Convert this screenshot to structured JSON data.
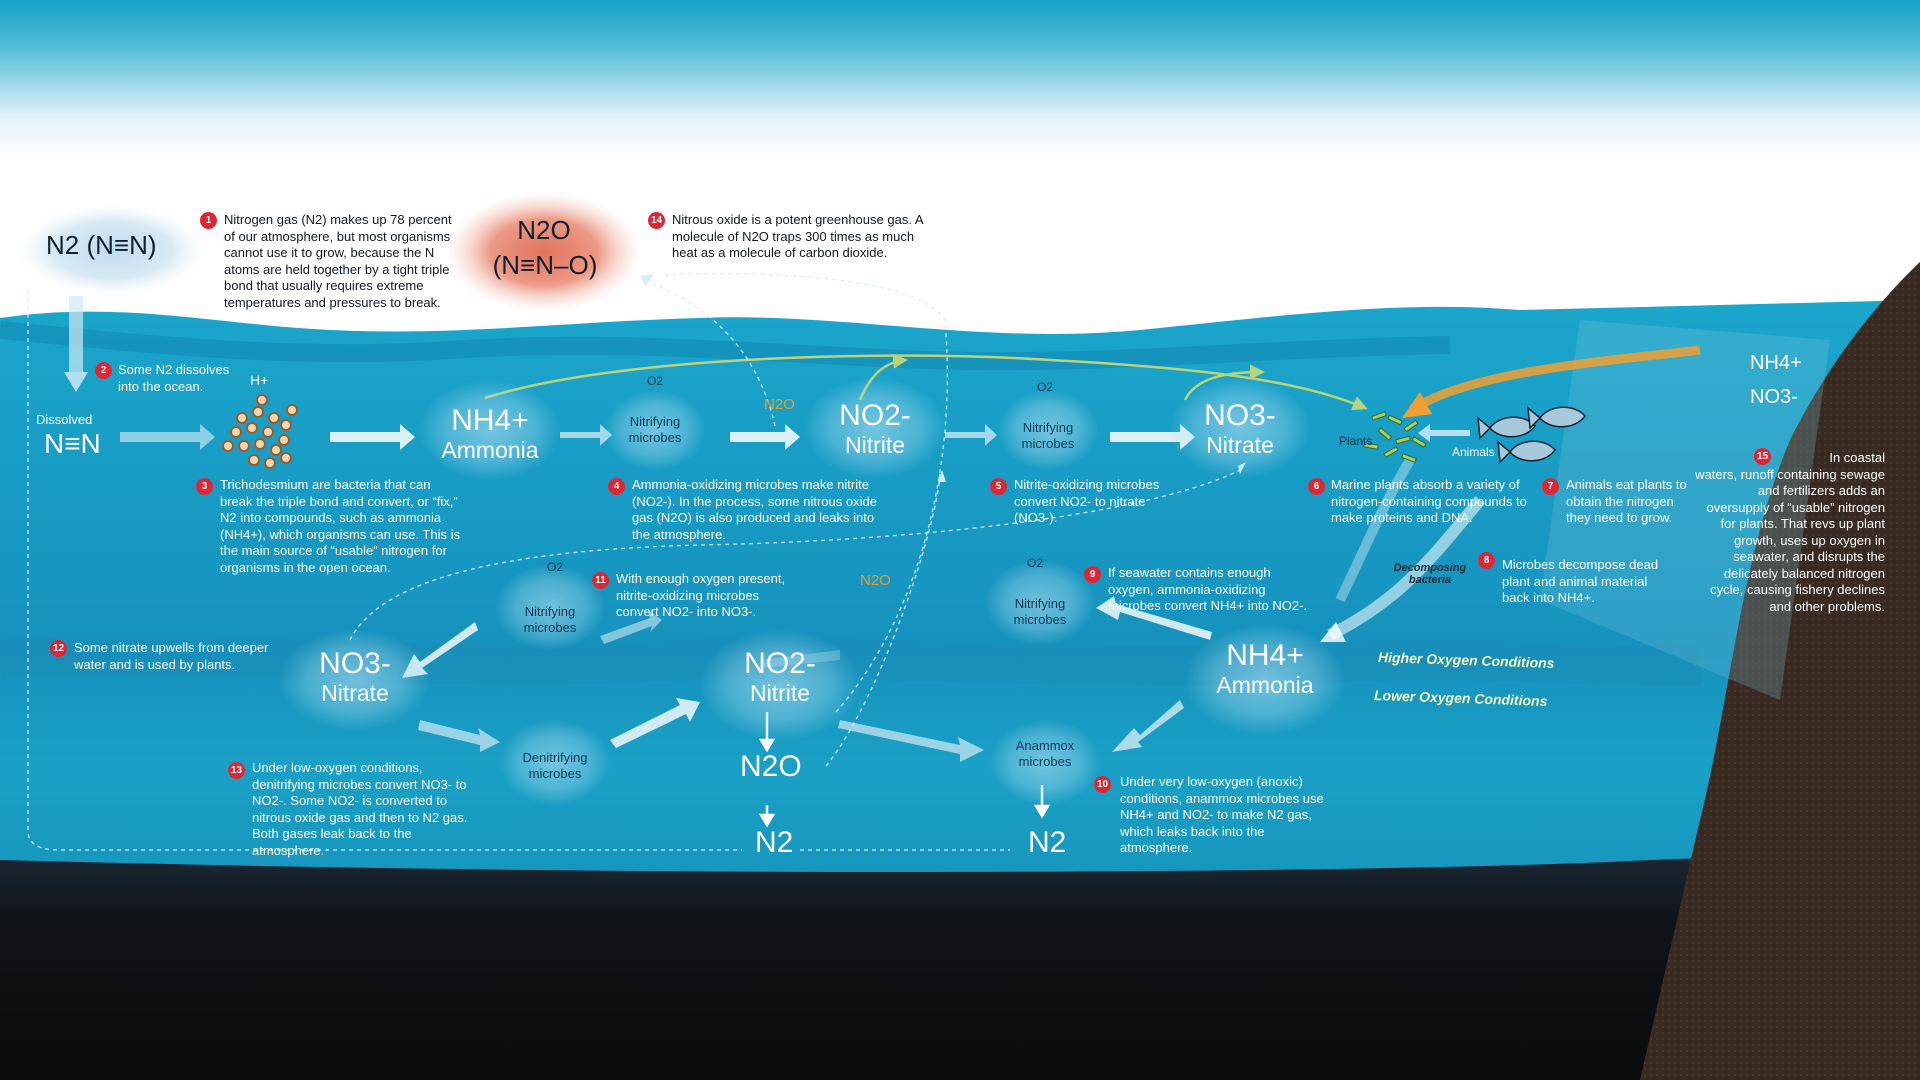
{
  "atmosphere": {
    "n2_formula": "N2 (N≡N)",
    "n2o_formula": "N2O",
    "n2o_structure": "(N≡N–O)"
  },
  "notes": [
    {
      "num": "1",
      "text": "Nitrogen gas (N2) makes up 78 percent of our atmosphere, but most organisms cannot use it to grow, because the N atoms are held together by a tight triple bond that usually requires extreme temperatures and pressures to break."
    },
    {
      "num": "2",
      "text": "Some N2 dissolves into the ocean."
    },
    {
      "num": "3",
      "text": "Trichodesmium are bacteria that can break the triple bond and convert, or “fix,” N2 into compounds, such as ammonia (NH4+), which organisms can use. This is the main source of “usable” nitrogen for organisms in the open ocean."
    },
    {
      "num": "4",
      "text": "Ammonia-oxidizing microbes make nitrite (NO2-). In the process, some nitrous oxide gas (N2O) is also produced and leaks into the atmosphere."
    },
    {
      "num": "5",
      "text": "Nitrite-oxidizing microbes convert NO2- to nitrate (NO3-)."
    },
    {
      "num": "6",
      "text": "Marine plants absorb a variety of nitrogen-containing compounds to make proteins and DNA."
    },
    {
      "num": "7",
      "text": "Animals eat plants to obtain the nitrogen they need to grow."
    },
    {
      "num": "8",
      "text": "Microbes decompose dead plant and animal material back into NH4+."
    },
    {
      "num": "9",
      "text": "If seawater contains enough oxygen, ammonia-oxidizing microbes convert NH4+ into NO2-."
    },
    {
      "num": "10",
      "text": "Under very low-oxygen (anoxic) conditions, anammox microbes use NH4+ and NO2- to make N2 gas, which leaks back into the atmosphere."
    },
    {
      "num": "11",
      "text": "With enough oxygen present, nitrite-oxidizing microbes convert NO2- into NO3-."
    },
    {
      "num": "12",
      "text": "Some nitrate upwells from deeper water and is used by plants."
    },
    {
      "num": "13",
      "text": "Under low-oxygen conditions, denitrifying microbes convert NO3- to NO2-. Some NO2- is converted to nitrous oxide gas and then to N2 gas. Both gases leak back to the atmosphere."
    },
    {
      "num": "14",
      "text": "Nitrous oxide is a potent greenhouse gas. A molecule of N2O traps 300 times as much heat as a molecule of carbon dioxide."
    },
    {
      "num": "15",
      "text": "In coastal waters, runoff containing sewage and fertilizers adds an oversupply of “usable” nitrogen for plants. That revs up plant growth, uses up oxygen in seawater, and disrupts the delicately balanced nitrogen cycle, causing fishery declines and other problems."
    }
  ],
  "labels": {
    "dissolved": "Dissolved",
    "dissolved_formula": "N≡N",
    "h_plus": "H+",
    "ammonia_formula": "NH4+",
    "ammonia_name": "Ammonia",
    "nitrite_formula": "NO2-",
    "nitrite_name": "Nitrite",
    "nitrate_formula": "NO3-",
    "nitrate_name": "Nitrate",
    "n2o_gas": "N2O",
    "n2_gas": "N2",
    "o2": "O2",
    "nitrifying_microbes": "Nitrifying microbes",
    "denitrifying_microbes": "Denitrifying microbes",
    "anammox_microbes": "Anammox microbes",
    "plants": "Plants",
    "animals": "Animals",
    "decomposing_bacteria": "Decomposing bacteria",
    "higher_oxygen": "Higher Oxygen Conditions",
    "lower_oxygen": "Lower Oxygen Conditions",
    "shore_nh4": "NH4+",
    "shore_no3": "NO3-"
  },
  "colors": {
    "sky_top": "#13a3c9",
    "sky_bottom": "#ffffff",
    "ocean": "#1aa3c8",
    "deep": "#0c7fa8",
    "seafloor": "#101317",
    "shore": "#3b2d24",
    "badge": "#e02535",
    "runoff_arrow": "#f0a030",
    "plant_arrow": "#b9d37a"
  }
}
